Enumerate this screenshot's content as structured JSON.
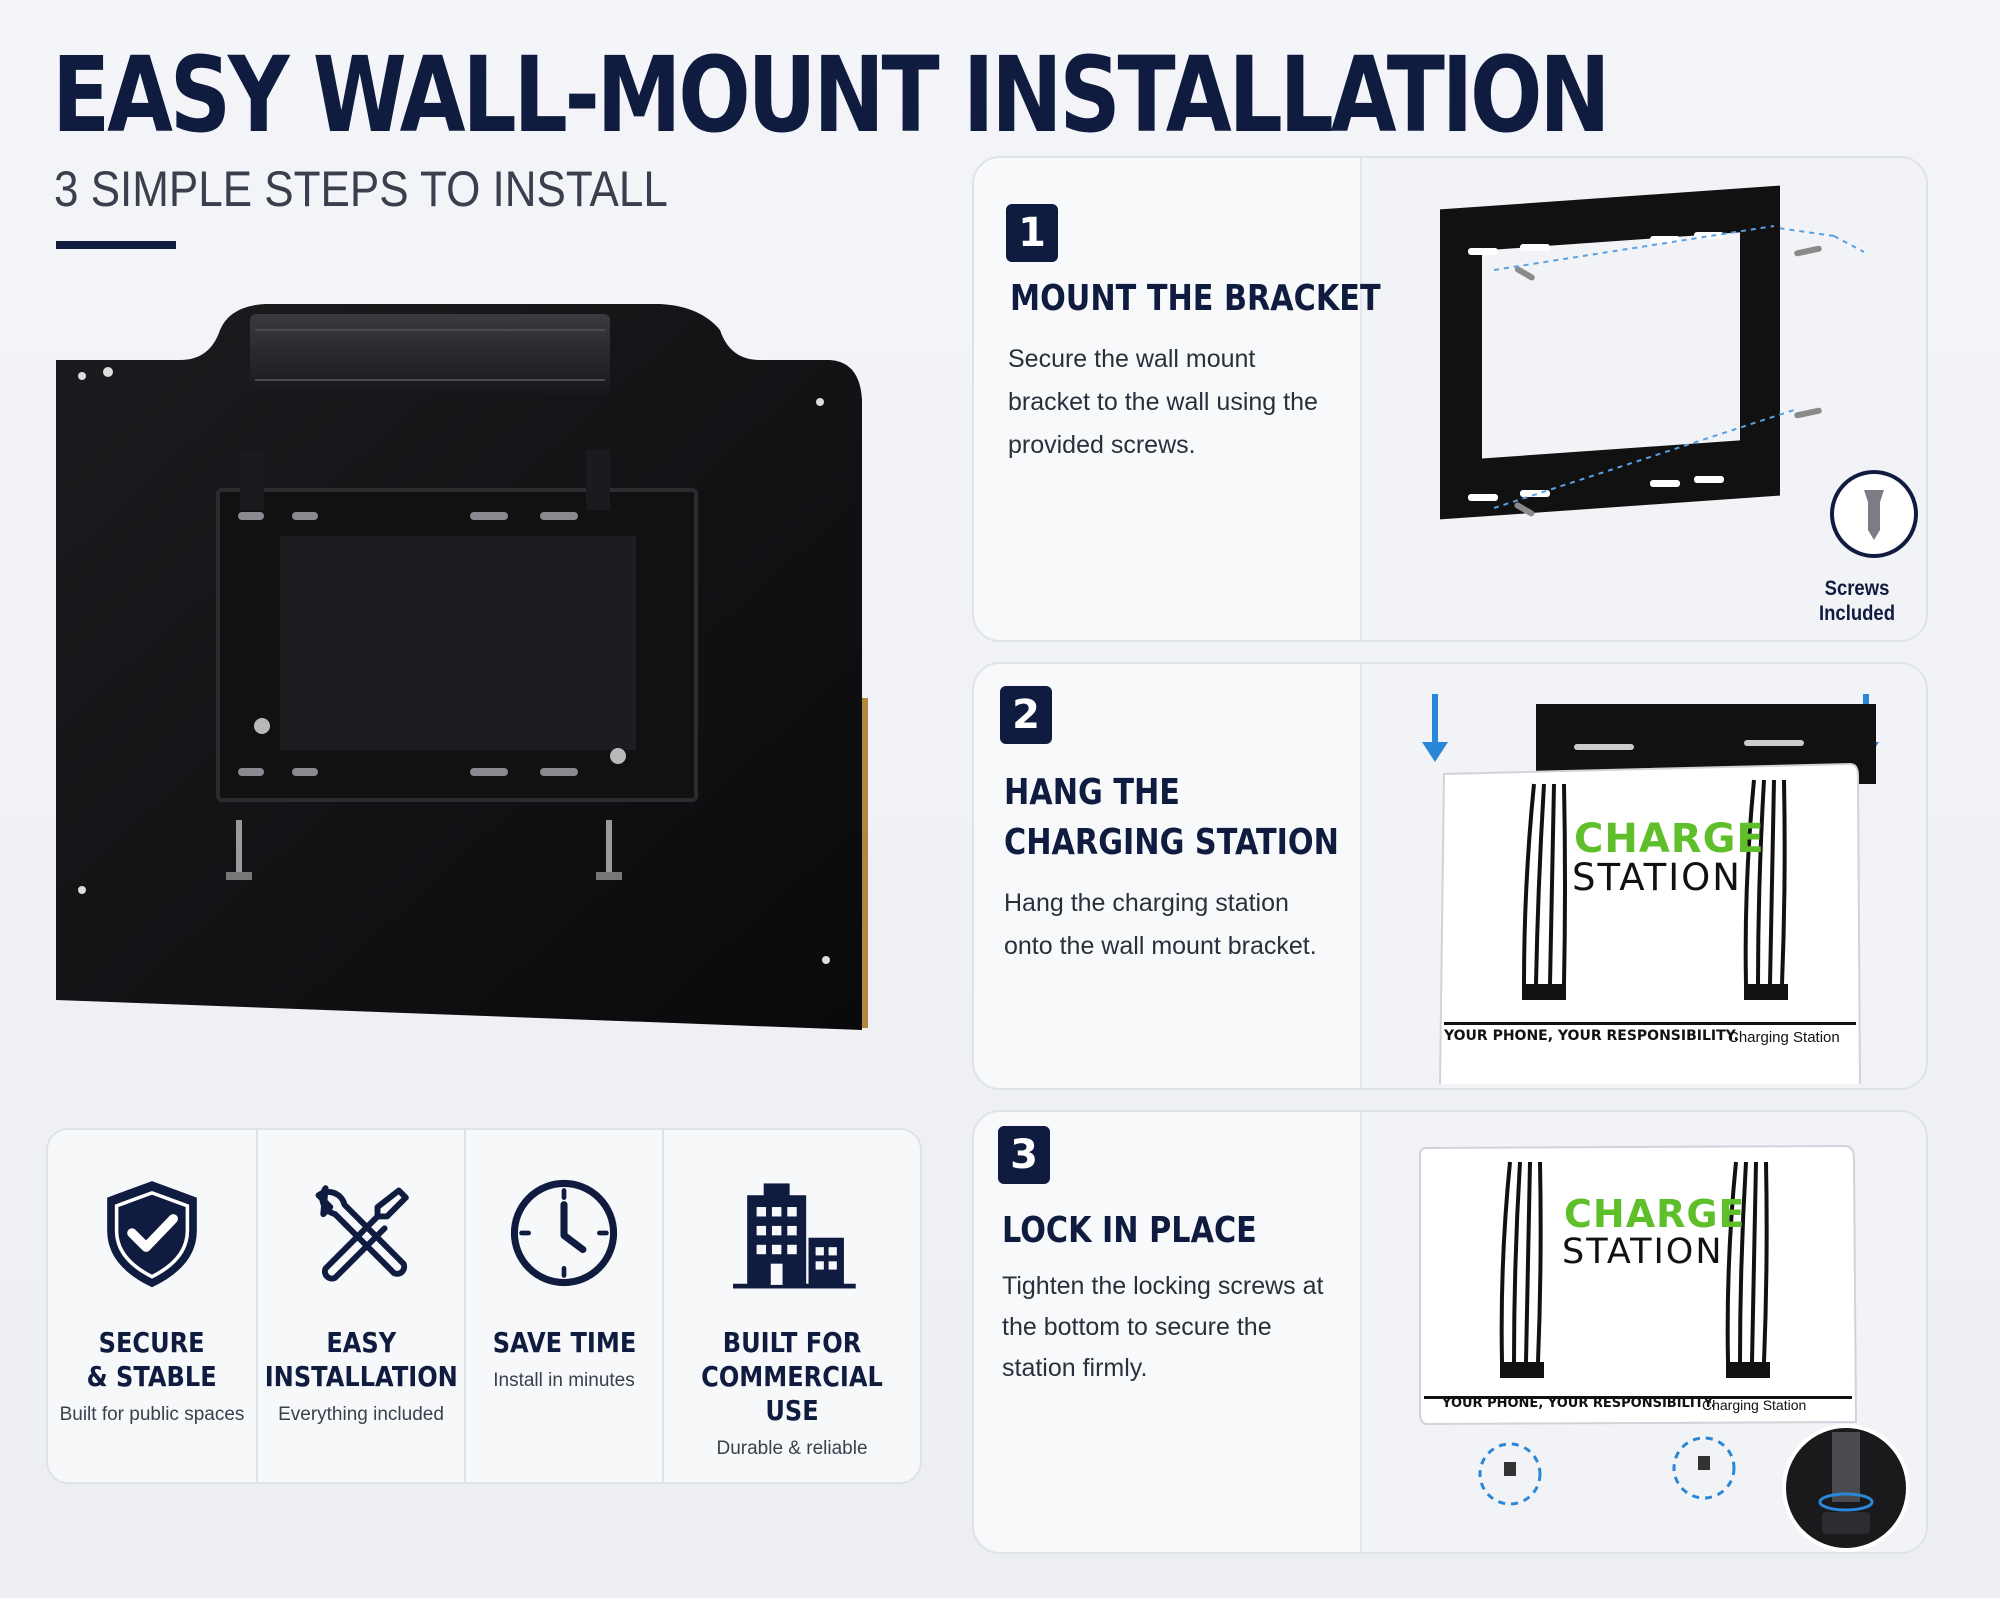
{
  "header": {
    "title": "EASY WALL-MOUNT INSTALLATION",
    "subtitle": "3 SIMPLE STEPS TO INSTALL"
  },
  "colors": {
    "navy": "#0f1c3f",
    "accent_blue": "#2a86d6",
    "brand_green": "#5fbf2a"
  },
  "features": [
    {
      "icon": "shield-check-icon",
      "title": "SECURE\n& STABLE",
      "desc": "Built for public spaces"
    },
    {
      "icon": "tools-icon",
      "title": "EASY\nINSTALLATION",
      "desc": "Everything included"
    },
    {
      "icon": "clock-icon",
      "title": "SAVE TIME",
      "desc": "Install in minutes"
    },
    {
      "icon": "building-icon",
      "title": "BUILT FOR\nCOMMERCIAL USE",
      "desc": "Durable & reliable"
    }
  ],
  "steps": [
    {
      "number": "1",
      "title": "MOUNT THE BRACKET",
      "desc": "Secure the wall mount bracket to the wall using the provided screws.",
      "badge_label": "Screws\nIncluded"
    },
    {
      "number": "2",
      "title": "HANG THE\nCHARGING STATION",
      "desc": "Hang the charging station onto the wall mount bracket.",
      "station": {
        "brand_top": "CHARGE",
        "brand_bottom": "STATION",
        "footer_left": "YOUR PHONE, YOUR RESPONSIBILITY.",
        "footer_right": "Charging Station"
      }
    },
    {
      "number": "3",
      "title": "LOCK IN PLACE",
      "desc": "Tighten the locking screws at the bottom to secure the station firmly.",
      "station": {
        "brand_top": "CHARGE",
        "brand_bottom": "STATION",
        "footer_left": "YOUR PHONE, YOUR RESPONSIBILITY.",
        "footer_right": "Charging Station"
      }
    }
  ]
}
